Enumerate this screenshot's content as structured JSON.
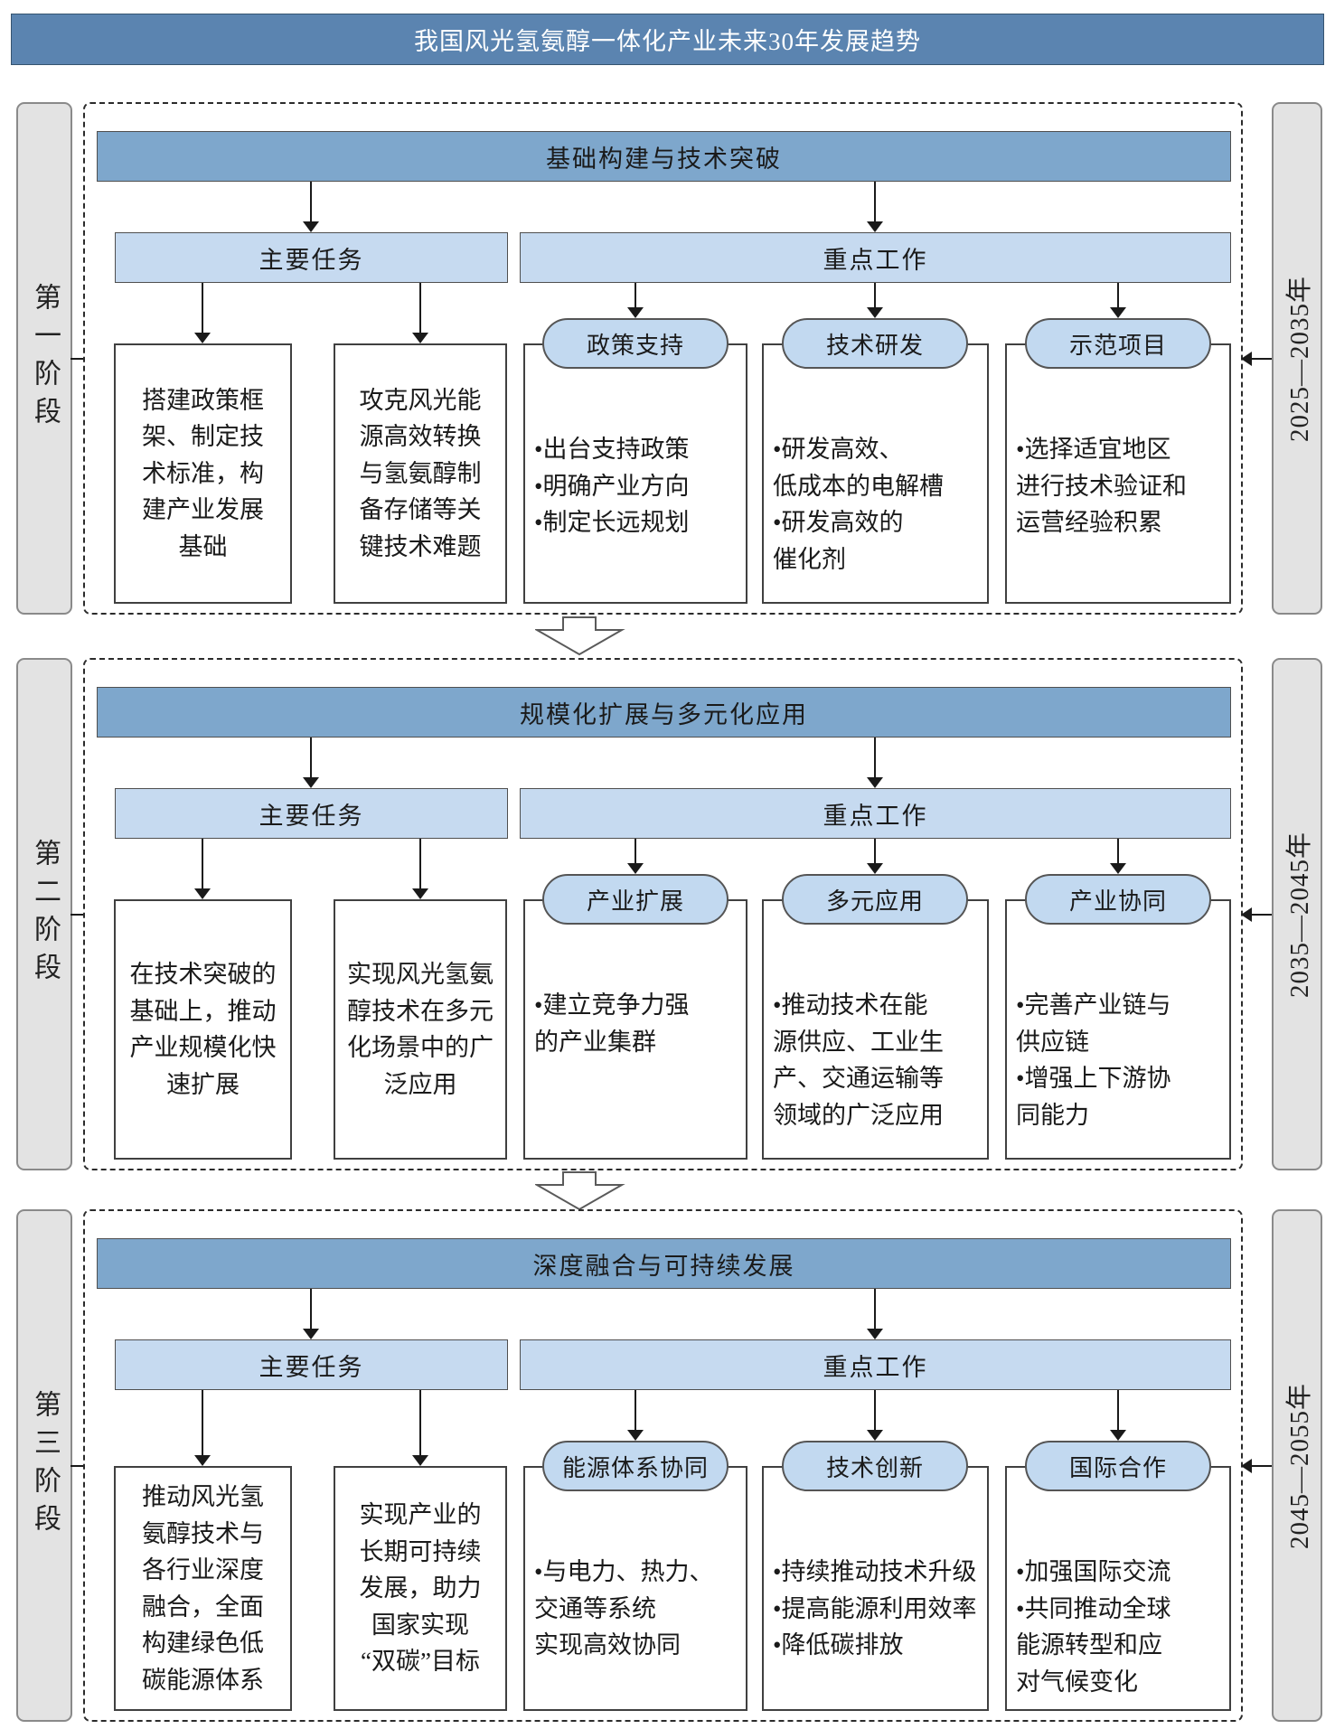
{
  "title": "我国风光氢氨醇一体化产业未来30年发展趋势",
  "stages": [
    {
      "phase": "第一阶段",
      "period": "2025—2035年",
      "header": "基础构建与技术突破",
      "tasks_label": "主要任务",
      "works_label": "重点工作",
      "tasks": [
        "搭建政策框\n架、制定技\n术标准，构\n建产业发展\n基础",
        "攻克风光能\n源高效转换\n与氢氨醇制\n备存储等关\n键技术难题"
      ],
      "works": [
        {
          "label": "政策支持",
          "text": "•出台支持政策\n•明确产业方向\n•制定长远规划"
        },
        {
          "label": "技术研发",
          "text": "•研发高效、\n低成本的电解槽\n•研发高效的\n催化剂"
        },
        {
          "label": "示范项目",
          "text": "•选择适宜地区\n进行技术验证和\n运营经验积累"
        }
      ]
    },
    {
      "phase": "第二阶段",
      "period": "2035—2045年",
      "header": "规模化扩展与多元化应用",
      "tasks_label": "主要任务",
      "works_label": "重点工作",
      "tasks": [
        "在技术突破的\n基础上，推动\n产业规模化快\n速扩展",
        "实现风光氢氨\n醇技术在多元\n化场景中的广\n泛应用"
      ],
      "works": [
        {
          "label": "产业扩展",
          "text": "•建立竞争力强\n的产业集群"
        },
        {
          "label": "多元应用",
          "text": "•推动技术在能\n源供应、工业生\n产、交通运输等\n领域的广泛应用"
        },
        {
          "label": "产业协同",
          "text": "•完善产业链与\n供应链\n•增强上下游协\n同能力"
        }
      ]
    },
    {
      "phase": "第三阶段",
      "period": "2045—2055年",
      "header": "深度融合与可持续发展",
      "tasks_label": "主要任务",
      "works_label": "重点工作",
      "tasks": [
        "推动风光氢\n氨醇技术与\n各行业深度\n融合，全面\n构建绿色低\n碳能源体系",
        "实现产业的\n长期可持续\n发展，助力\n国家实现\n“双碳”目标"
      ],
      "works": [
        {
          "label": "能源体系协同",
          "text": "•与电力、热力、\n交通等系统\n实现高效协同"
        },
        {
          "label": "技术创新",
          "text": "•持续推动技术升级\n•提高能源利用效率\n•降低碳排放"
        },
        {
          "label": "国际合作",
          "text": "•加强国际交流\n•共同推动全球\n能源转型和应\n对气候变化"
        }
      ]
    }
  ],
  "colors": {
    "title_bar": "#5b84b0",
    "stage_header": "#7ea7cc",
    "subheader": "#c6daf0",
    "pill": "#c2d9f0",
    "sidebar": "#e3e3e3"
  }
}
